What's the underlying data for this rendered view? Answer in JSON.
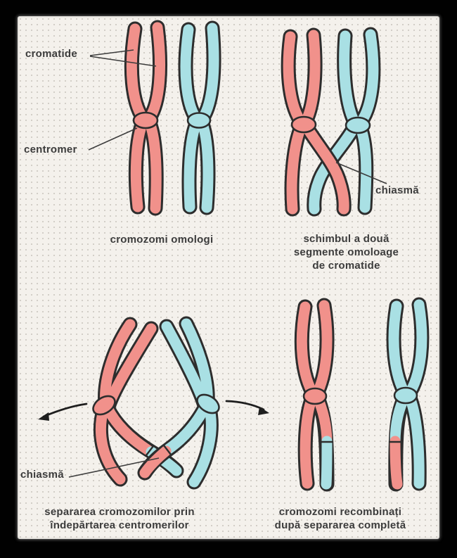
{
  "colors": {
    "frame": "#010101",
    "paper": "#f4f1ec",
    "dot": "#ccc7c0",
    "outline": "#2d2d2d",
    "ink": "#3c3c3c",
    "pink": "#f1918b",
    "blue": "#a9e0e4"
  },
  "panels": {
    "p1": {
      "caption": "cromozomi omologi",
      "label_cromatide": "cromatide",
      "label_centromer": "centromer"
    },
    "p2": {
      "caption_line1": "schimbul a două",
      "caption_line2": "segmente omoloage",
      "caption_line3": "de cromatide",
      "label_chiasma": "chiasmă"
    },
    "p3": {
      "caption_line1": "separarea cromozomilor prin",
      "caption_line2": "îndepărtarea centromerilor",
      "label_chiasma": "chiasmă"
    },
    "p4": {
      "caption_line1": "cromozomi recombinați",
      "caption_line2": "după separarea completă"
    }
  }
}
